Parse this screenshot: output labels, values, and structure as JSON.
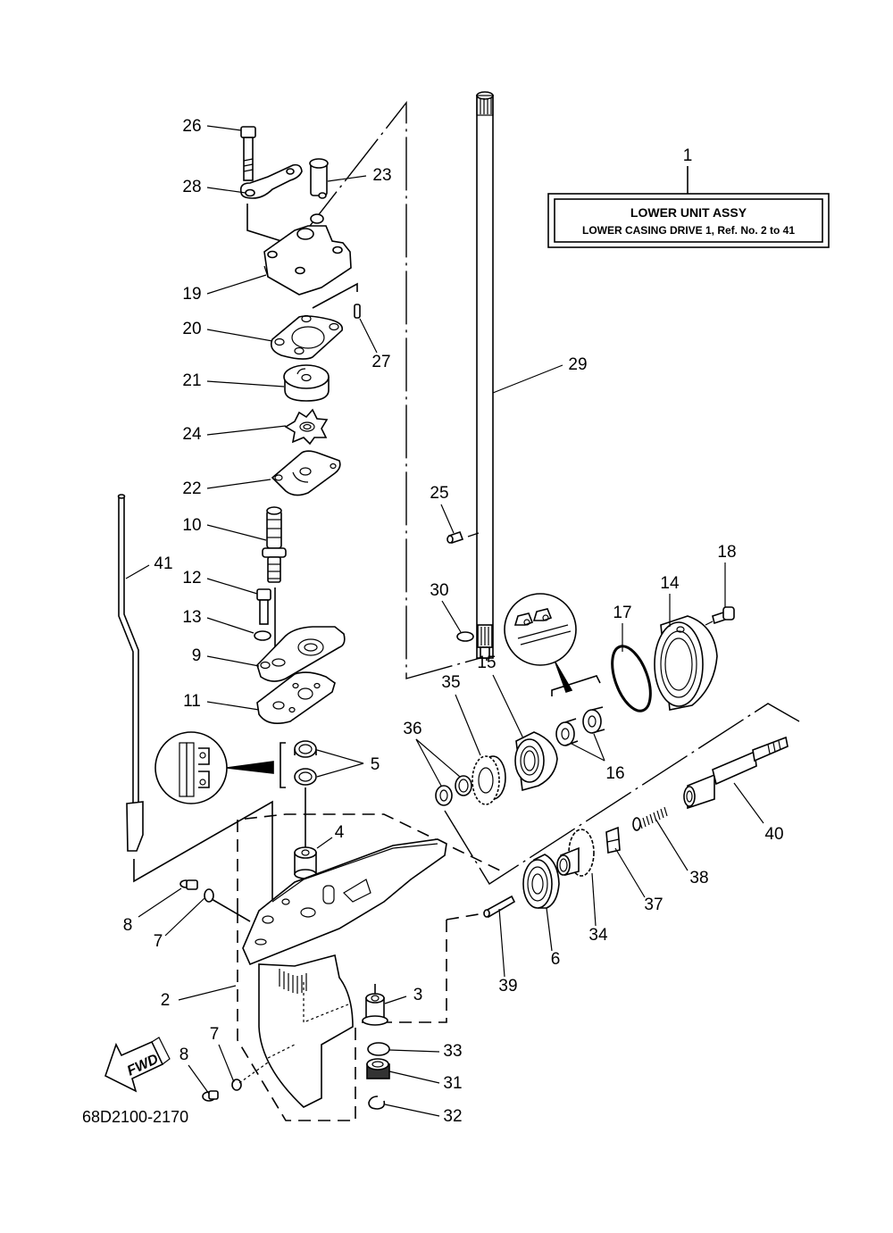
{
  "diagram": {
    "title_box": {
      "ref_number": "1",
      "title": "LOWER UNIT ASSY",
      "subtitle": "LOWER CASING DRIVE 1,  Ref. No. 2 to 41"
    },
    "drawing_code": "68D2100-2170",
    "direction_arrow": {
      "label": "FWD",
      "icon": "arrow-left-icon"
    },
    "callouts": [
      {
        "num": "26",
        "part": "bolt"
      },
      {
        "num": "28",
        "part": "plate"
      },
      {
        "num": "23",
        "part": "grommet-tube"
      },
      {
        "num": "19",
        "part": "pump-housing"
      },
      {
        "num": "20",
        "part": "gasket"
      },
      {
        "num": "27",
        "part": "pin"
      },
      {
        "num": "21",
        "part": "insert-cartridge"
      },
      {
        "num": "24",
        "part": "impeller"
      },
      {
        "num": "22",
        "part": "outer-plate"
      },
      {
        "num": "10",
        "part": "water-tube-seal"
      },
      {
        "num": "41",
        "part": "shift-rod"
      },
      {
        "num": "12",
        "part": "bolt"
      },
      {
        "num": "13",
        "part": "washer"
      },
      {
        "num": "9",
        "part": "oil-seal-housing"
      },
      {
        "num": "11",
        "part": "gasket"
      },
      {
        "num": "5",
        "part": "oil-seal"
      },
      {
        "num": "4",
        "part": "bushing"
      },
      {
        "num": "8",
        "part": "screw"
      },
      {
        "num": "7",
        "part": "gasket"
      },
      {
        "num": "2",
        "part": "lower-casing"
      },
      {
        "num": "8",
        "part": "screw"
      },
      {
        "num": "7",
        "part": "gasket"
      },
      {
        "num": "3",
        "part": "bushing"
      },
      {
        "num": "33",
        "part": "shim"
      },
      {
        "num": "31",
        "part": "pinion"
      },
      {
        "num": "32",
        "part": "circlip"
      },
      {
        "num": "29",
        "part": "drive-shaft"
      },
      {
        "num": "25",
        "part": "pin"
      },
      {
        "num": "30",
        "part": "circlip"
      },
      {
        "num": "15",
        "part": "ball-bearing"
      },
      {
        "num": "35",
        "part": "forward-gear"
      },
      {
        "num": "36",
        "part": "shim"
      },
      {
        "num": "16",
        "part": "oil-seal"
      },
      {
        "num": "17",
        "part": "o-ring"
      },
      {
        "num": "14",
        "part": "propeller-shaft-housing"
      },
      {
        "num": "18",
        "part": "bolt"
      },
      {
        "num": "6",
        "part": "ball-bearing"
      },
      {
        "num": "39",
        "part": "pin"
      },
      {
        "num": "34",
        "part": "reverse-gear"
      },
      {
        "num": "37",
        "part": "dog-clutch"
      },
      {
        "num": "38",
        "part": "spring"
      },
      {
        "num": "40",
        "part": "propeller-shaft"
      }
    ]
  }
}
